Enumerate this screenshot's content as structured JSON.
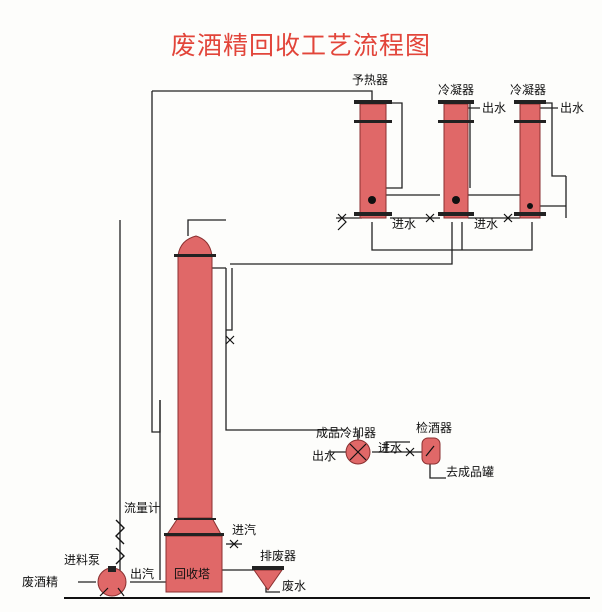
{
  "title": "废酒精回收工艺流程图",
  "labels": {
    "preheater": "予热器",
    "condenser1": "冷凝器",
    "condenser2": "冷凝器",
    "water_out_1": "出水",
    "water_out_2": "出水",
    "water_in_1": "进水",
    "water_in_2": "进水",
    "product_cooler": "成品冷却器",
    "alcohol_checker": "检酒器",
    "water_in_cooler": "进水",
    "water_out_cooler": "出水",
    "to_product_tank": "去成品罐",
    "flowmeter": "流量计",
    "feed_pump": "进料泵",
    "waste_alcohol": "废酒精",
    "steam_out": "出汽",
    "tower": "回收塔",
    "steam_in": "进汽",
    "drain": "排废器",
    "waste_water": "废水"
  },
  "colors": {
    "title": "#e2453a",
    "vessel_fill": "#e06868",
    "vessel_edge": "#8a3030",
    "line": "#222222"
  }
}
